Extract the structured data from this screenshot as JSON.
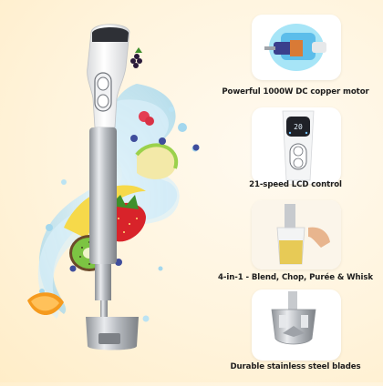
{
  "product": {
    "lcd_reading": "20"
  },
  "features": [
    {
      "caption": "Powerful 1000W DC copper motor",
      "icon": "motor-icon"
    },
    {
      "caption": "21-speed LCD control",
      "icon": "lcd-control-icon"
    },
    {
      "caption": "4-in-1 - Blend, Chop, Purée & Whisk",
      "icon": "blender-cup-icon"
    },
    {
      "caption": "Durable stainless steel blades",
      "icon": "blade-icon"
    }
  ],
  "colors": {
    "background": "#fff4dd",
    "panel": "#ffffff",
    "caption_text": "#1c1c1c",
    "steel": "#b9bcc0",
    "splash": "#bfe6f7"
  }
}
